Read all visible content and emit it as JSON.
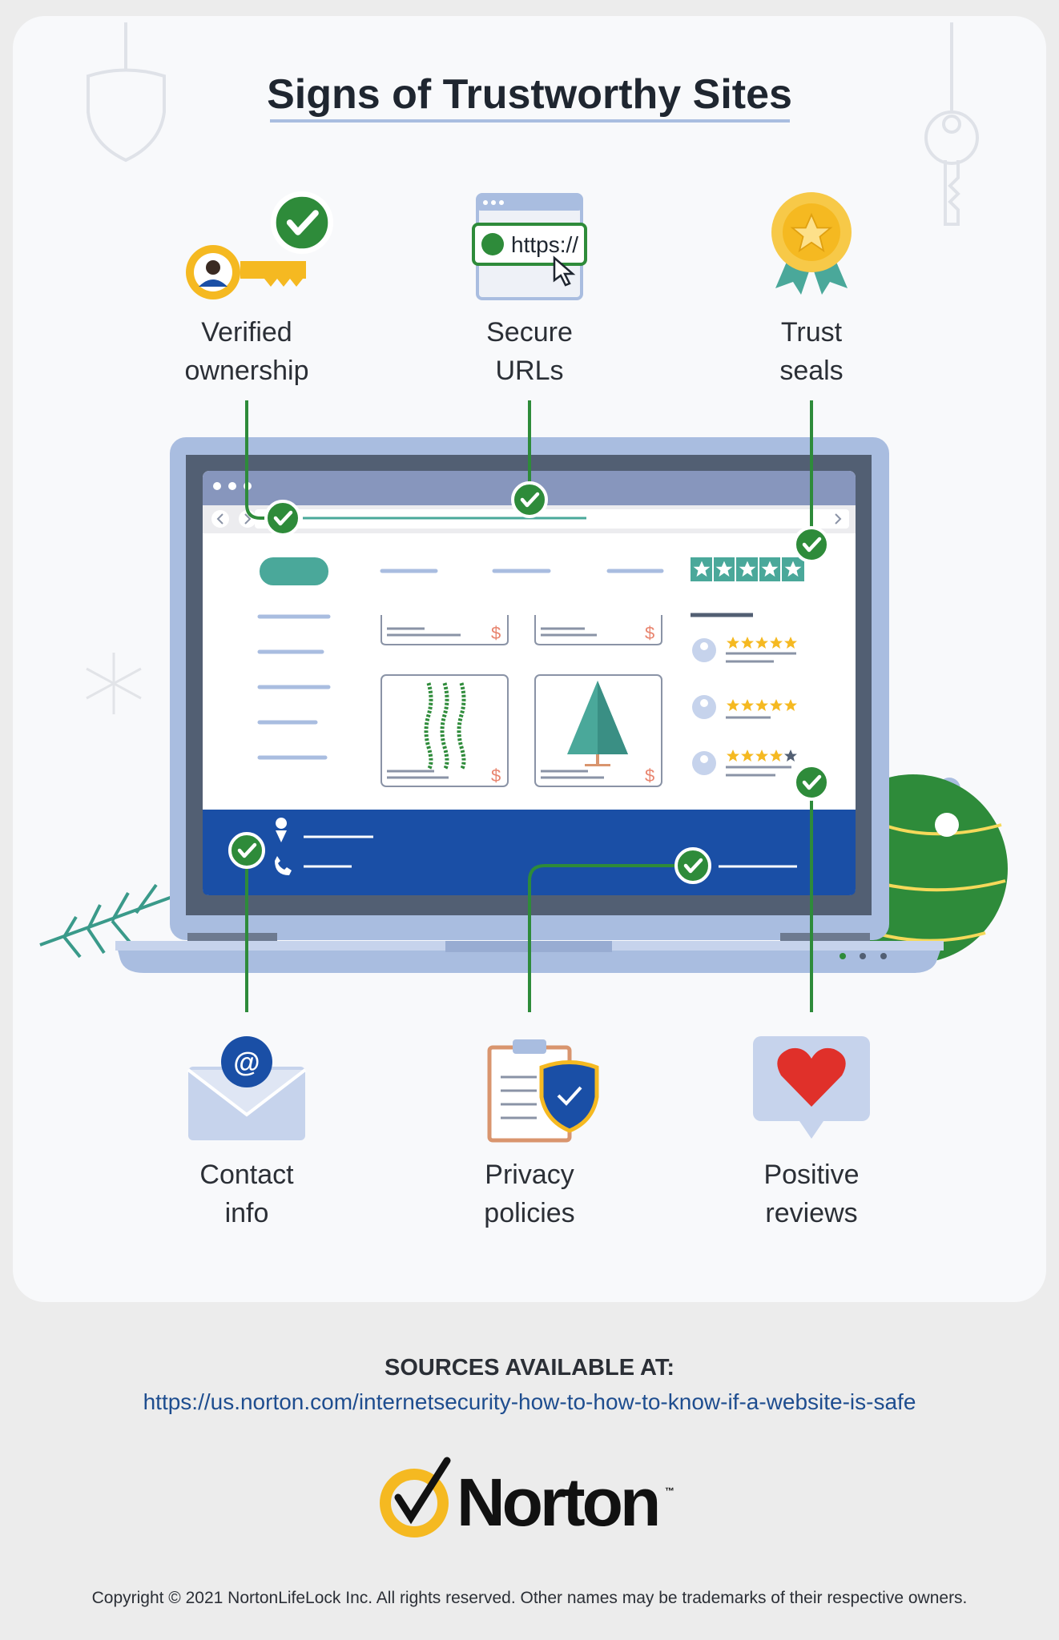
{
  "title": "Signs of Trustworthy Sites",
  "signs_top": [
    {
      "line1": "Verified",
      "line2": "ownership",
      "icon": "key-icon"
    },
    {
      "line1": "Secure",
      "line2": "URLs",
      "icon": "secure-url-icon"
    },
    {
      "line1": "Trust",
      "line2": "seals",
      "icon": "ribbon-seal-icon"
    }
  ],
  "signs_bottom": [
    {
      "line1": "Contact",
      "line2": "info",
      "icon": "envelope-icon"
    },
    {
      "line1": "Privacy",
      "line2": "policies",
      "icon": "clipboard-shield-icon"
    },
    {
      "line1": "Positive",
      "line2": "reviews",
      "icon": "heart-speech-icon"
    }
  ],
  "url_badge": "https://",
  "price_symbol": "$",
  "sources": {
    "heading": "SOURCES AVAILABLE AT:",
    "url": "https://us.norton.com/internetsecurity-how-to-how-to-know-if-a-website-is-safe"
  },
  "brand": {
    "name": "Norton",
    "tm": "™"
  },
  "copyright": "Copyright © 2021 NortonLifeLock Inc. All rights reserved. Other names may be trademarks of their respective owners.",
  "colors": {
    "check_green": "#2e8b3a",
    "footer_blue": "#1a4fa6",
    "teal": "#4aa89a",
    "star_yellow": "#f5b921",
    "frame": "#a9bde0"
  }
}
